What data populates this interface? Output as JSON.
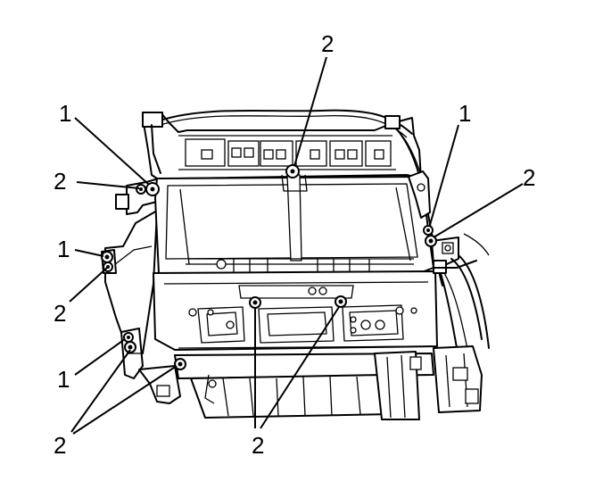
{
  "callouts": [
    {
      "key": "c1_top_left",
      "text": "1"
    },
    {
      "key": "c2_upper_left",
      "text": "2"
    },
    {
      "key": "c2_top_center",
      "text": "2"
    },
    {
      "key": "c1_top_right",
      "text": "1"
    },
    {
      "key": "c2_right",
      "text": "2"
    },
    {
      "key": "c1_mid_left",
      "text": "1"
    },
    {
      "key": "c2_mid_left",
      "text": "2"
    },
    {
      "key": "c1_lower_left",
      "text": "1"
    },
    {
      "key": "c2_bottom_left",
      "text": "2"
    },
    {
      "key": "c2_bottom_center",
      "text": "2"
    }
  ]
}
